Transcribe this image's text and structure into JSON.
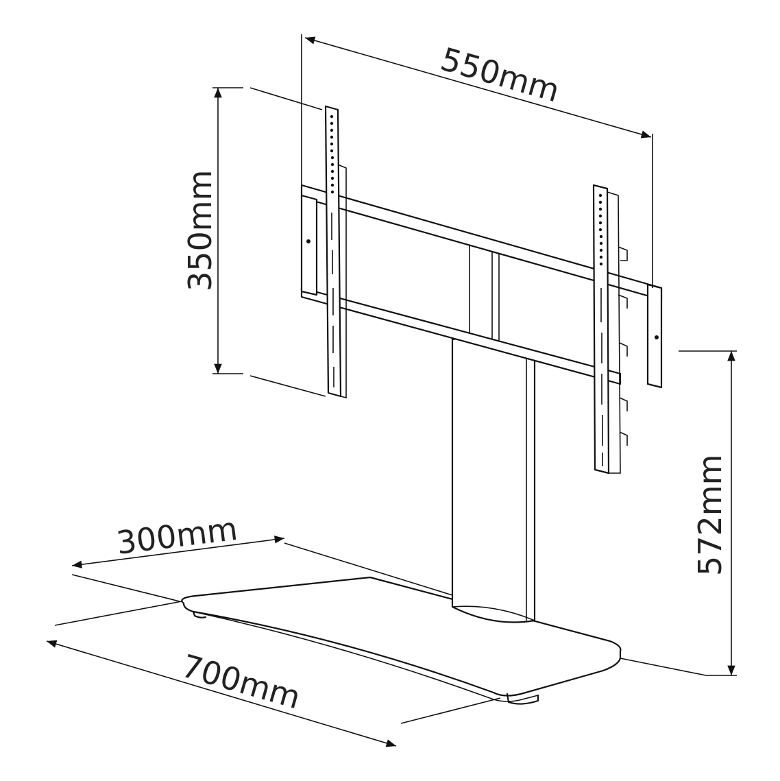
{
  "diagram": {
    "labels": {
      "width_bracket": "550mm",
      "height_bracket": "350mm",
      "height_total": "572mm",
      "base_depth": "300mm",
      "base_width": "700mm"
    },
    "colors": {
      "line": "#111111",
      "background": "#ffffff"
    }
  }
}
